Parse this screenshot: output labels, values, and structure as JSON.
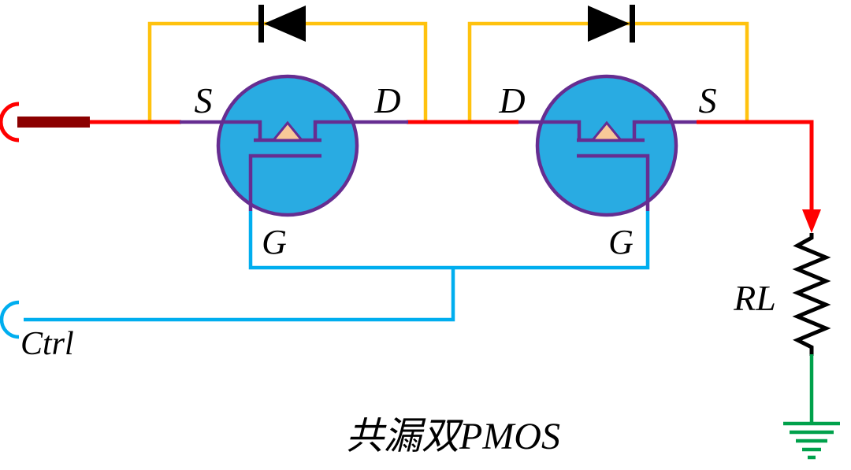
{
  "labels": {
    "ctrl": "Ctrl",
    "load": "RL",
    "title": "共漏双PMOS"
  },
  "transistors": [
    {
      "left_terminal": "S",
      "right_terminal": "D",
      "gate": "G"
    },
    {
      "left_terminal": "D",
      "right_terminal": "S",
      "gate": "G"
    }
  ],
  "colors": {
    "wire_red": "#FF0000",
    "connector_dark_red": "#8B0000",
    "diode_wire_yellow": "#FFC20E",
    "diode_black": "#000000",
    "mosfet_fill_blue": "#29ABE2",
    "mosfet_outline_purple": "#662D91",
    "gate_wire_cyan": "#00AEEF",
    "ground_green": "#00A14B",
    "resistor_black": "#000000",
    "arrow_fill_peach": "#F8C898",
    "load_label_red": "#FF0000"
  }
}
